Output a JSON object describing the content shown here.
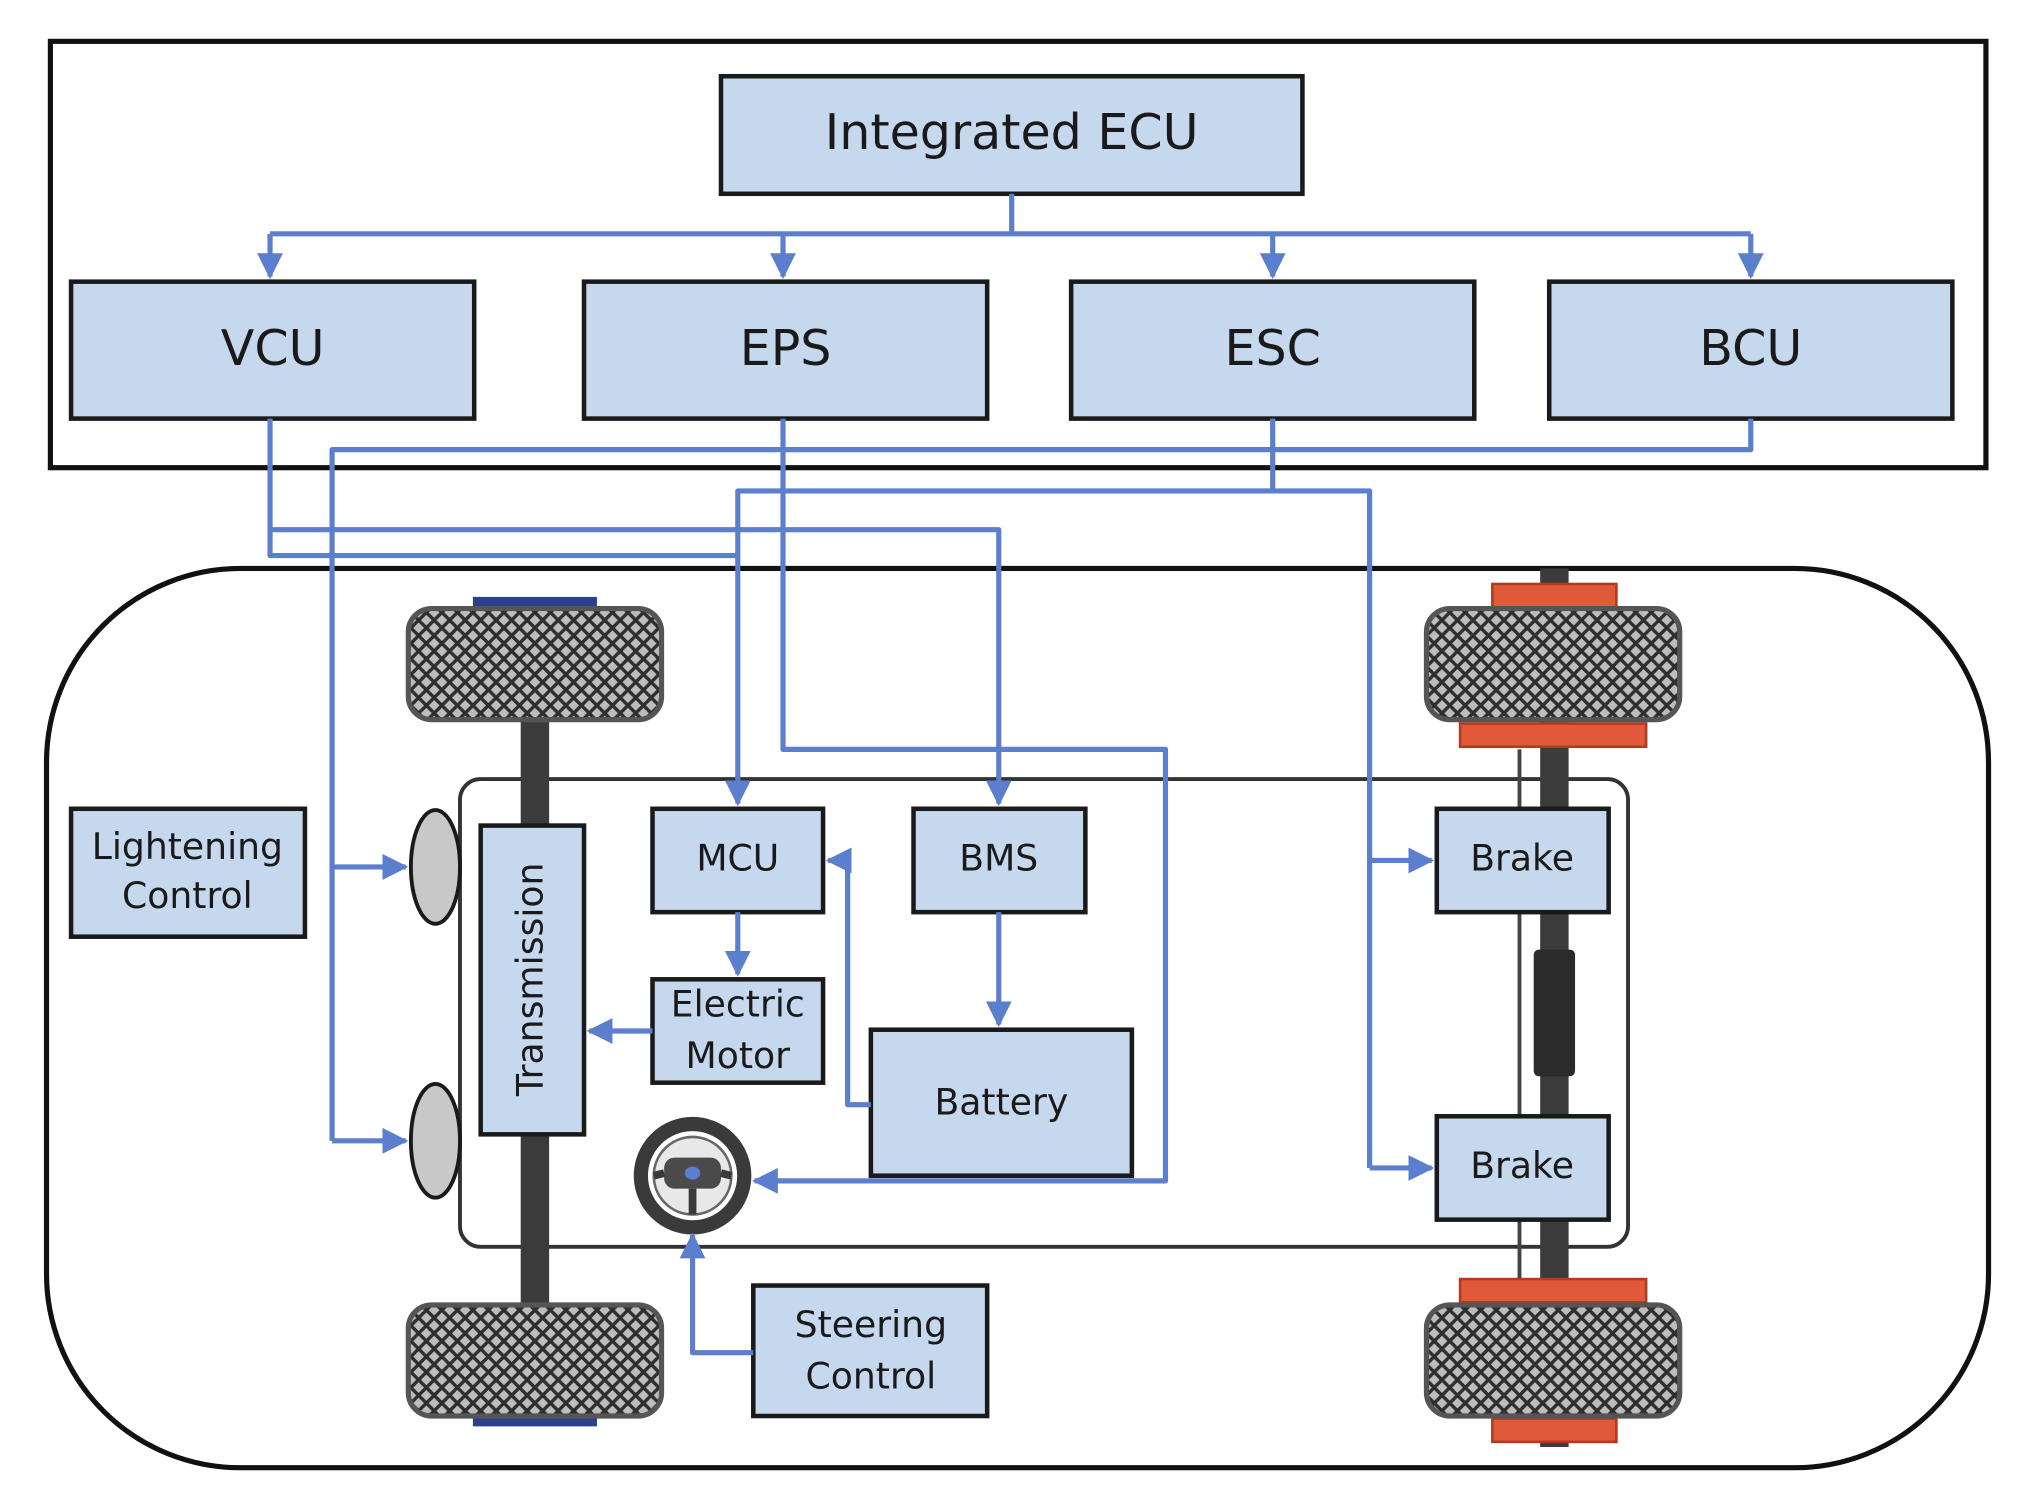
{
  "top": {
    "integrated_ecu": "Integrated ECU",
    "units": [
      "VCU",
      "EPS",
      "ESC",
      "BCU"
    ]
  },
  "vehicle": {
    "lightening_control": [
      "Lightening",
      "Control"
    ],
    "transmission": "Transmission",
    "mcu": "MCU",
    "bms": "BMS",
    "electric_motor": [
      "Electric",
      "Motor"
    ],
    "battery": "Battery",
    "brake_front": "Brake",
    "brake_rear": "Brake",
    "steering_control": [
      "Steering",
      "Control"
    ]
  },
  "colors": {
    "box_fill": "#c5d8ee",
    "wire": "#5b7fcc",
    "brake_rotor": "#e05a3a"
  },
  "icons": [
    "tire-icon",
    "headlamp-icon",
    "steering-wheel-icon"
  ]
}
